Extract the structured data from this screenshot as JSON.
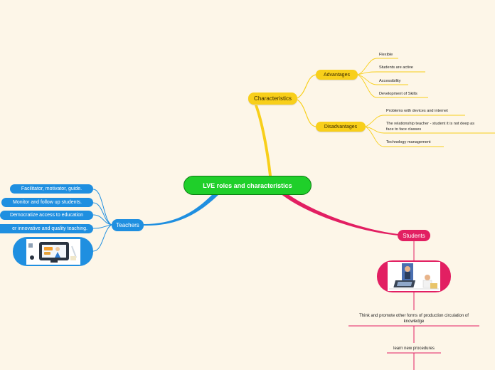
{
  "central": {
    "label": "LVE roles and characteristics"
  },
  "characteristics": {
    "label": "Characteristics",
    "advantages": {
      "label": "Advantages",
      "items": [
        "Flexible",
        "Students are active",
        "Accessibility",
        "Development of Skills"
      ]
    },
    "disadvantages": {
      "label": "Disadvantages",
      "items": [
        "Problems with devices and internet",
        "The relationship teacher - student it is not deep as",
        "face to face classes",
        "Technology management"
      ]
    }
  },
  "teachers": {
    "label": "Teachers",
    "items": [
      "Facilitator, motivator, guide.",
      "Monitor and follow up students.",
      "Democratize access to education",
      "er innovative and quality teaching."
    ]
  },
  "students": {
    "label": "Students",
    "items": [
      "Think and promote other forms of production circulation of knowledge",
      "learn new procedures"
    ]
  },
  "colors": {
    "characteristics": "#f8cf1a",
    "teachers": "#1f8fe0",
    "students": "#e21f62",
    "central": "#1fcf2a"
  }
}
